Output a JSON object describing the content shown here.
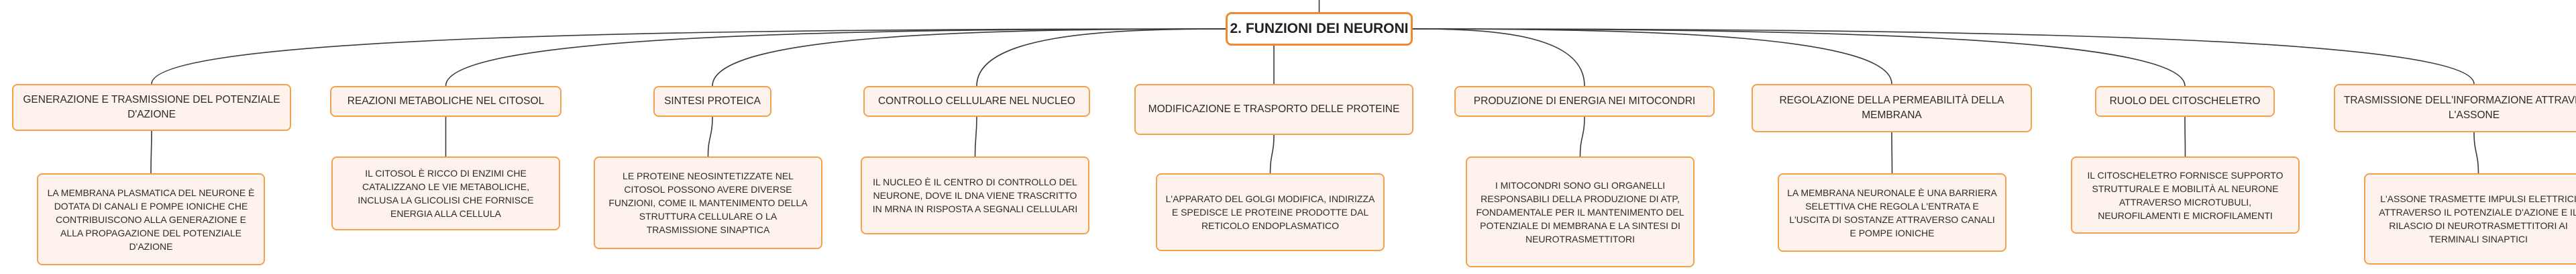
{
  "colors": {
    "node_border": "#f5a04e",
    "node_fill": "#fdf3ec",
    "root_border": "#f08a2c",
    "connector": "#3a3a3a",
    "text": "#2b2b2b"
  },
  "root": {
    "label": "2. FUNZIONI DEI NEURONI"
  },
  "branches": [
    {
      "label": "Generazione e trasmissione del potenziale d'azione",
      "detail": "La membrana plasmatica del neurone è dotata di canali e pompe ioniche che contribuiscono alla generazione e alla propagazione del potenziale d'azione"
    },
    {
      "label": "Reazioni metaboliche nel citosol",
      "detail": "Il citosol è ricco di enzimi che catalizzano le vie metaboliche, inclusa la glicolisi che fornisce energia alla cellula"
    },
    {
      "label": "Sintesi proteica",
      "detail": "Le proteine neosintetizzate nel citosol possono avere diverse funzioni, come il mantenimento della struttura cellulare o la trasmissione sinaptica"
    },
    {
      "label": "Controllo cellulare nel nucleo",
      "detail": "Il nucleo è il centro di controllo del neurone, dove il DNA viene trascritto in mRNA in risposta a segnali cellulari"
    },
    {
      "label": "Modificazione e trasporto delle proteine",
      "detail": "L'apparato del Golgi modifica, indirizza e spedisce le proteine prodotte dal reticolo endoplasmatico"
    },
    {
      "label": "Produzione di energia nei mitocondri",
      "detail": "I mitocondri sono gli organelli responsabili della produzione di ATP, fondamentale per il mantenimento del potenziale di membrana e la sintesi di neurotrasmettitori"
    },
    {
      "label": "Regolazione della permeabilità della membrana",
      "detail": "La membrana neuronale è una barriera selettiva che regola l'entrata e l'uscita di sostanze attraverso canali e pompe ioniche"
    },
    {
      "label": "Ruolo del citoscheletro",
      "detail": "Il citoscheletro fornisce supporto strutturale e mobilità al neurone attraverso microtubuli, neurofilamenti e microfilamenti"
    },
    {
      "label": "Trasmissione dell'informazione attraverso l'assone",
      "detail": "L'assone trasmette impulsi elettrici attraverso il potenziale d'azione e il rilascio di neurotrasmettitori ai terminali sinaptici"
    }
  ]
}
